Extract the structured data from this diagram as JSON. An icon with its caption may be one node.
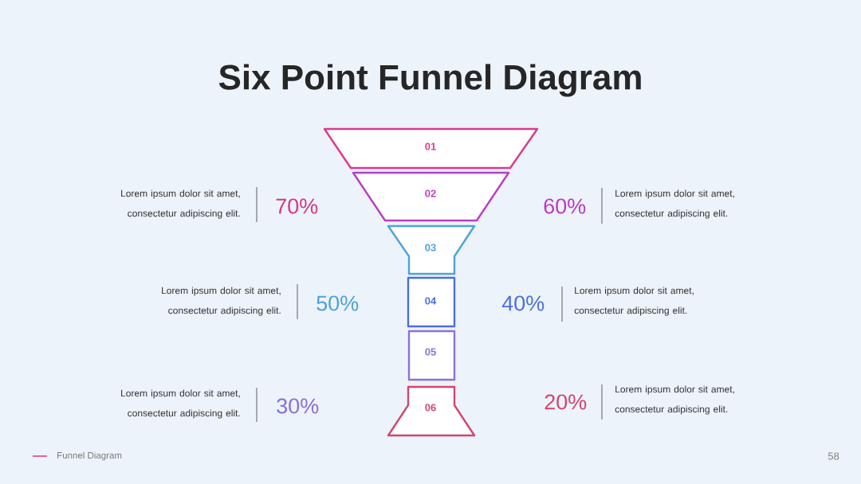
{
  "diagram": {
    "title": "Six Point Funnel Diagram",
    "nodes": [
      {
        "text": [
          "01"
        ]
      },
      {
        "text": [
          "02"
        ]
      },
      {
        "text": [
          "03"
        ]
      },
      {
        "text": [
          "04"
        ]
      },
      {
        "text": [
          "05"
        ]
      },
      {
        "text": [
          "06"
        ]
      }
    ],
    "labels": [
      "Lorem ipsum dolor sit amet, consectetur adipiscing elit.",
      "70%",
      "60%",
      "Lorem ipsum dolor sit amet, consectetur adipiscing elit.",
      "Lorem ipsum dolor sit amet, consectetur adipiscing elit.",
      "50%",
      "40%",
      "Lorem ipsum dolor sit amet, consectetur adipiscing elit.",
      "Lorem ipsum dolor sit amet, consectetur adipiscing elit.",
      "30%",
      "20%",
      "Lorem ipsum dolor sit amet, consectetur adipiscing elit.",
      "Funnel Diagram",
      "58"
    ]
  }
}
